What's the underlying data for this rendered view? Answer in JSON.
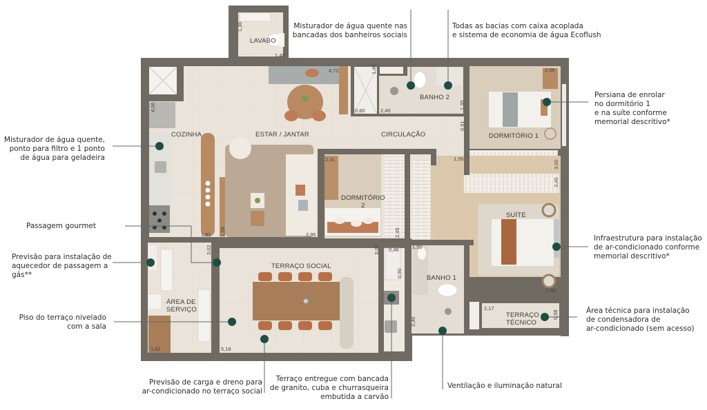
{
  "colors": {
    "wall": "#6f6a62",
    "floor_tile": "#e8e2d8",
    "floor_wood": "#dcc8ad",
    "marker": "#1f4d43",
    "leader_line": "#5b6a66",
    "text": "#2b2b2b"
  },
  "rooms": [
    {
      "id": "lavabo",
      "label": "LAVABO"
    },
    {
      "id": "cozinha",
      "label": "COZINHA"
    },
    {
      "id": "estar",
      "label": "ESTAR / JANTAR"
    },
    {
      "id": "circulacao",
      "label": "CIRCULAÇÃO"
    },
    {
      "id": "banho2",
      "label": "BANHO 2"
    },
    {
      "id": "dormitorio1",
      "label": "DORMITÓRIO 1"
    },
    {
      "id": "dormitorio2",
      "label": "DORMITÓRIO\n2"
    },
    {
      "id": "suite",
      "label": "SUÍTE"
    },
    {
      "id": "terraco_social",
      "label": "TERRAÇO SOCIAL"
    },
    {
      "id": "area_servico",
      "label": "ÁREA DE\nSERVIÇO"
    },
    {
      "id": "banho1",
      "label": "BANHO 1"
    },
    {
      "id": "terraco_tecnico",
      "label": "TERRAÇO\nTÉCNICO"
    }
  ],
  "dimensions": {
    "lavabo_v": "1,30",
    "lavabo_h": "1,40",
    "estar_top": "4,72",
    "cozinha_v": "4,00",
    "banho2_shower_v": "1,40",
    "banho2_shower_w": "0,60",
    "banho2_w": "2,40",
    "banho2_v": "1,35",
    "circ_v": "0,91",
    "dorm1_top": "2,58",
    "corridor_156": "1,56",
    "dorm1_closet": "3,00",
    "suite_closet": "3,45",
    "dorm2_w": "2,31",
    "dorm2_v": "2,45",
    "estar_295": "2,95",
    "cozinha_181": "1,81",
    "cozinha_158": "1,58",
    "terraco_v_left": "3,02",
    "terraco_v_right": "3,02",
    "shaft_046": "0,46",
    "shaft_090": "0,90",
    "banho1_w": "1,50",
    "banho1_v": "2,40",
    "suite_260": "2,60",
    "tt_217": "2,17",
    "tt_058": "0,58",
    "servico_182": "1,82",
    "terraco_518": "5,18"
  },
  "callouts": {
    "misturador_cozinha": "Misturador de água quente,\nponto para filtro e 1 ponto\nde água para geladeira",
    "passagem_gourmet": "Passagem gourmet",
    "aquecedor": "Previsão para instalação de\naquecedor de passagem a\ngás**",
    "piso_terraco": "Piso do terraço nivelado\ncom a sala",
    "misturador_banheiros": "Misturador de água quente nas\nbancadas dos banheiros sociais",
    "bacias": "Todas as bacias com caixa acoplada\ne sistema de economia de água Ecoflush",
    "persiana": "Persiana de enrolar\nno dormitório 1\n e na suíte conforme\nmemorial descritivo*",
    "infra_ar": "Infraestrutura para  instalação\nde ar-condicionado conforme\nmemorial descritivo*",
    "area_tecnica": "Área técnica para instalação\nde condensadora de\nar-condicionado (sem acesso)",
    "carga_dreno": "Previsão de carga e dreno para\nar-condicionado no terraço social",
    "terraco_bancada": "Terraço entregue com bancada\nde granito, cuba e churrasqueira\nembutida a carvão",
    "ventilacao": "Ventilação e iluminação natural"
  }
}
